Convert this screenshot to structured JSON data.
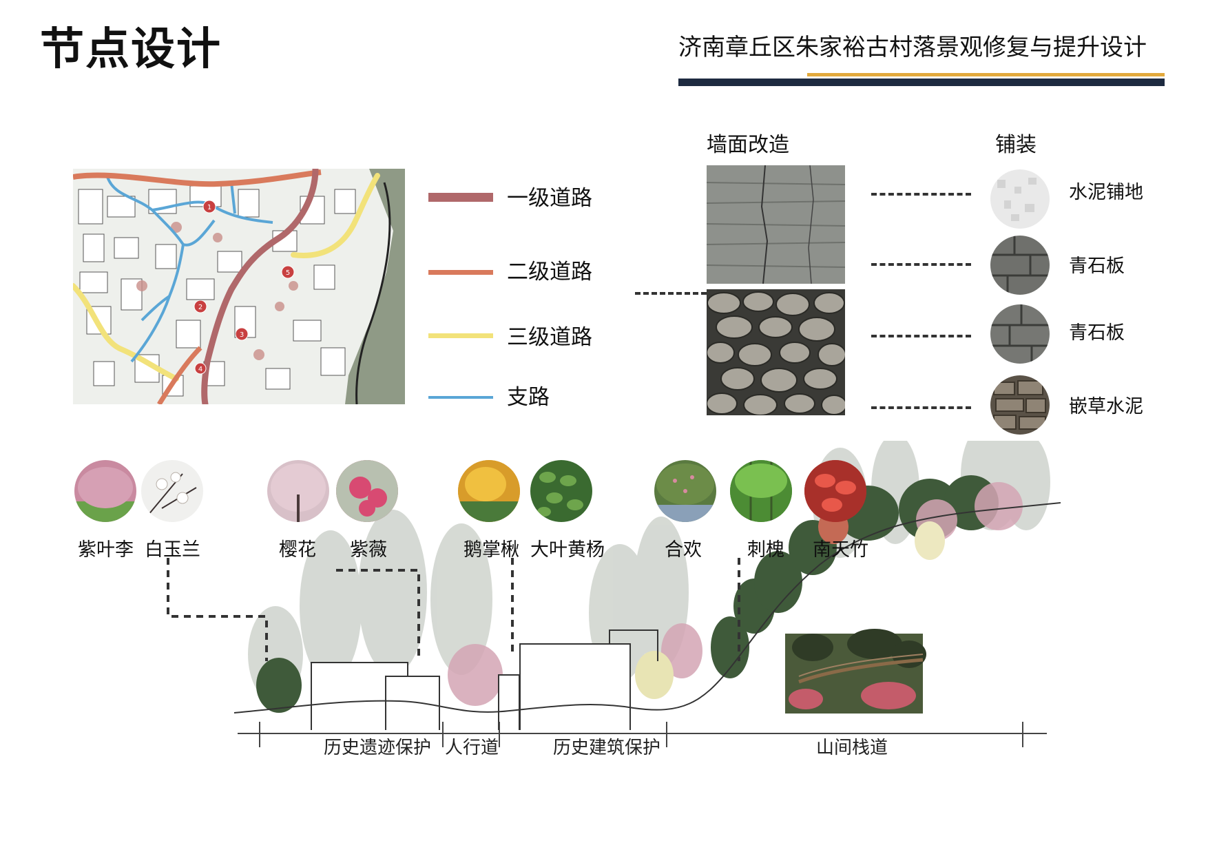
{
  "header": {
    "page_title": "节点设计",
    "project_title": "济南章丘区朱家裕古村落景观修复与提升设计"
  },
  "colors": {
    "navy_bar": "#1d2a40",
    "gold_bar": "#e2a93c",
    "road_primary": "#b0686a",
    "road_secondary": "#d97a5c",
    "road_tertiary": "#f2e27a",
    "road_branch": "#5aa6d6"
  },
  "map": {
    "node_numbers": [
      "1",
      "2",
      "3",
      "4",
      "5"
    ]
  },
  "road_legend": [
    {
      "label": "一级道路",
      "icon": "road-primary-swatch"
    },
    {
      "label": "二级道路",
      "icon": "road-secondary-swatch"
    },
    {
      "label": "三级道路",
      "icon": "road-tertiary-swatch"
    },
    {
      "label": "支路",
      "icon": "road-branch-swatch"
    }
  ],
  "wall": {
    "title": "墙面改造"
  },
  "paving": {
    "title": "铺装",
    "items": [
      "水泥铺地",
      "青石板",
      "青石板",
      "嵌草水泥"
    ]
  },
  "plants": [
    "紫叶李",
    "白玉兰",
    "樱花",
    "紫薇",
    "鹅掌楸",
    "大叶黄杨",
    "合欢",
    "刺槐",
    "南天竹"
  ],
  "section_labels": [
    "历史遗迹保护",
    "人行道",
    "历史建筑保护",
    "山间栈道"
  ]
}
